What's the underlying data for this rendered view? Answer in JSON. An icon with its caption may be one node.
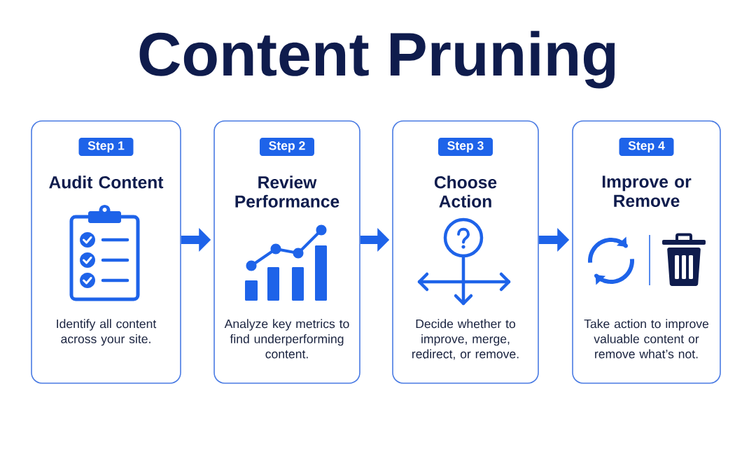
{
  "diagram": {
    "title": "Content Pruning",
    "nodes": [
      {
        "text": [
          "Audit Content",
          "Identify all content across your site."
        ]
      },
      {
        "text": [
          "Step 1"
        ],
        "in": 0
      },
      {
        "text": [
          "Review Performance",
          "Analyze key metrics to find underperforming content."
        ]
      },
      {
        "text": [
          "Step 2"
        ],
        "in": 2
      },
      {
        "text": [
          "Choose Action",
          "Decide whether to improve, merge, redirect, or remove."
        ]
      },
      {
        "text": [
          "Step 3"
        ],
        "in": 4
      },
      {
        "text": [
          "Improve or Remove",
          "Take action to improve valuable content or remove what’s not."
        ]
      },
      {
        "text": [
          "Step 4"
        ],
        "in": 6
      }
    ],
    "edges": [
      {
        "from": 0,
        "to": 2,
        "arrow": "to"
      },
      {
        "from": 2,
        "to": 4,
        "arrow": "to"
      },
      {
        "from": 4,
        "to": 6,
        "arrow": "to"
      }
    ]
  }
}
